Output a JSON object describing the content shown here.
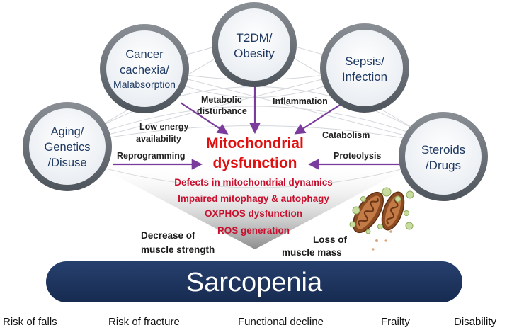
{
  "causes": {
    "aging": {
      "lines": [
        "Aging/",
        "Genetics",
        "/Disuse"
      ]
    },
    "cancer": {
      "lines": [
        "Cancer",
        "cachexia/",
        "Malabsorption"
      ]
    },
    "t2dm": {
      "lines": [
        "T2DM/",
        "Obesity"
      ]
    },
    "sepsis": {
      "lines": [
        "Sepsis/",
        "Infection"
      ]
    },
    "steroids": {
      "lines": [
        "Steroids",
        "/Drugs"
      ]
    }
  },
  "mechanisms": {
    "metabolic": [
      "Metabolic",
      "disturbance"
    ],
    "inflammation": "Inflammation",
    "low_energy": [
      "Low energy",
      "availability"
    ],
    "catabolism": "Catabolism",
    "reprogramming": "Reprogramming",
    "proteolysis": "Proteolysis"
  },
  "center": {
    "title": [
      "Mitochondrial",
      "dysfunction"
    ],
    "defects": [
      "Defects in mitochondrial dynamics",
      "Impaired mitophagy & autophagy",
      "OXPHOS dysfunction",
      "ROS generation"
    ]
  },
  "effects": {
    "strength": [
      "Decrease of",
      "muscle strength"
    ],
    "mass": [
      "Loss of",
      "muscle mass"
    ]
  },
  "banner": {
    "label": "Sarcopenia"
  },
  "outcomes": [
    "Risk of falls",
    "Risk of fracture",
    "Functional decline",
    "Frailty",
    "Disability"
  ],
  "colors": {
    "arrow": "#7a3b9c",
    "banner": "#1d3461",
    "mito_title": "#e01010",
    "defects": "#c8102e",
    "cause_text": "#1f3a63"
  }
}
